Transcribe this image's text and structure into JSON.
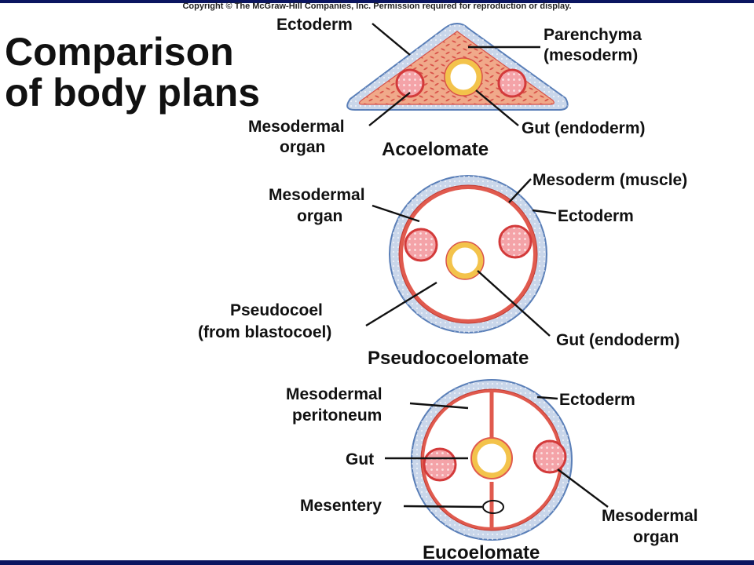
{
  "copyright": "Copyright © The McGraw-Hill Companies, Inc. Permission required for reproduction or display.",
  "title": {
    "line1": "Comparison",
    "line2": "of body plans"
  },
  "acoelomate": {
    "name": "Acoelomate",
    "labels": {
      "ectoderm": "Ectoderm",
      "parenchyma_1": "Parenchyma",
      "parenchyma_2": "(mesoderm)",
      "mesodermal_organ_1": "Mesodermal",
      "mesodermal_organ_2": "organ",
      "gut": "Gut (endoderm)"
    }
  },
  "pseudocoelomate": {
    "name": "Pseudocoelomate",
    "labels": {
      "mesoderm_muscle": "Mesoderm (muscle)",
      "ectoderm": "Ectoderm",
      "mesodermal_organ_1": "Mesodermal",
      "mesodermal_organ_2": "organ",
      "pseudocoel_1": "Pseudocoel",
      "pseudocoel_2": "(from blastocoel)",
      "gut": "Gut (endoderm)"
    }
  },
  "eucoelomate": {
    "name": "Eucoelomate",
    "labels": {
      "peritoneum_1": "Mesodermal",
      "peritoneum_2": "peritoneum",
      "ectoderm": "Ectoderm",
      "gut": "Gut",
      "mesentery": "Mesentery",
      "mesodermal_organ_1": "Mesodermal",
      "mesodermal_organ_2": "organ"
    }
  },
  "colors": {
    "ectoderm_fill": "#c9d6ea",
    "ectoderm_edge": "#5a7fb8",
    "mesoderm": "#e05a4e",
    "organ_fill": "#f4a3a8",
    "gut_ring": "#f3c34b",
    "parenchyma_fill": "#f0a98a",
    "cavity": "#ffffff"
  }
}
